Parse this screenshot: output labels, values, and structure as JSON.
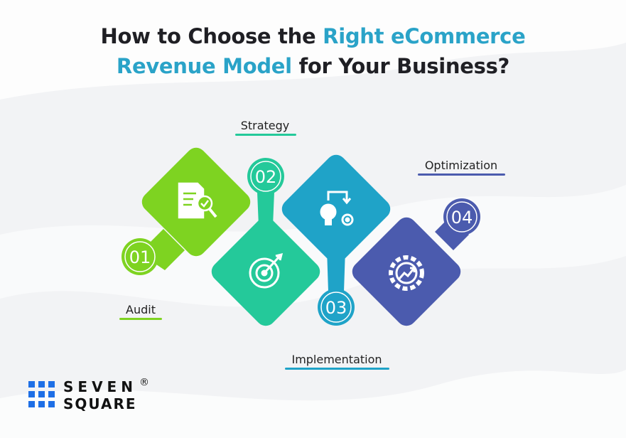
{
  "title": {
    "line1_pre": "How to Choose the ",
    "line1_hl": "Right eCommerce",
    "line2_hl": "Revenue Model",
    "line2_post": " for Your Business?"
  },
  "steps": [
    {
      "number": "01",
      "label": "Audit",
      "color": "#7ed321",
      "icon": "document-check-icon"
    },
    {
      "number": "02",
      "label": "Strategy",
      "color": "#24c99a",
      "icon": "target-icon"
    },
    {
      "number": "03",
      "label": "Implementation",
      "color": "#1fa3c8",
      "icon": "lightbulb-gear-icon"
    },
    {
      "number": "04",
      "label": "Optimization",
      "color": "#4b5bae",
      "icon": "gear-growth-icon"
    }
  ],
  "logo": {
    "line1": "SEVEN",
    "line2": "SQUARE",
    "mark": "®",
    "color": "#1e6fe6"
  }
}
